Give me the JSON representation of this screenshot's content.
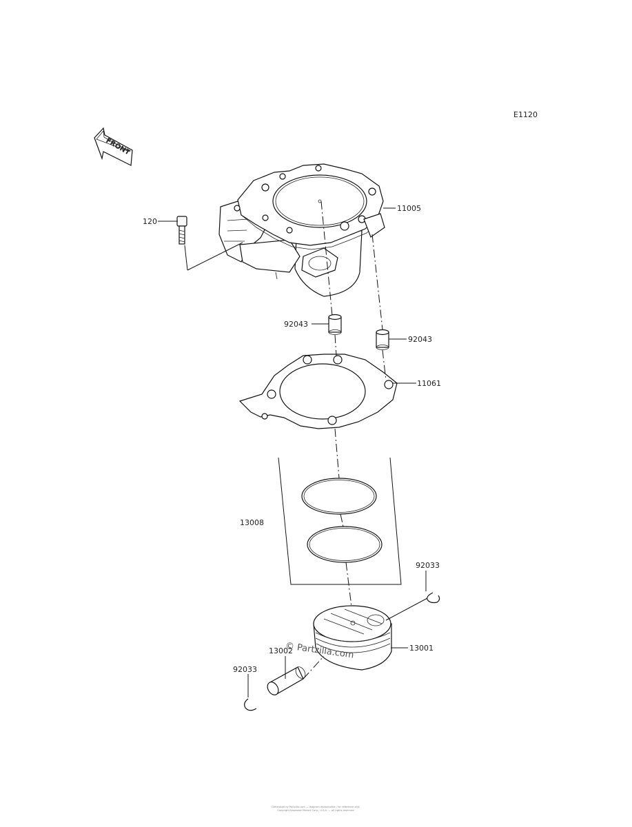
{
  "diagram": {
    "code": "E1120",
    "front_arrow_text": "FRONT",
    "watermark": "© Partzilla.com",
    "footer_lines": [
      "Generated by Partzilla.com — diagram reproduction, for reference only",
      "Copyright Kawasaki Motors Corp., U.S.A. — all rights reserved"
    ],
    "labels": {
      "cylinder": "11005",
      "bolt": "120",
      "dowel_left": "92043",
      "dowel_right": "92043",
      "gasket": "11061",
      "rings": "13008",
      "clip_right": "92033",
      "piston": "13001",
      "pin": "13002",
      "clip_left": "92033"
    }
  }
}
